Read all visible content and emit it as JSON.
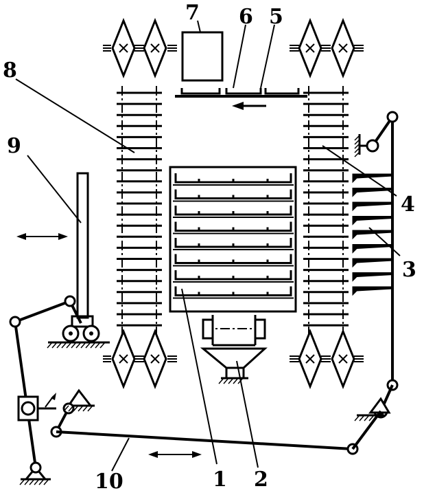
{
  "diagram": {
    "callouts": [
      {
        "id": "1",
        "text": "1"
      },
      {
        "id": "2",
        "text": "2"
      },
      {
        "id": "3",
        "text": "3"
      },
      {
        "id": "4",
        "text": "4"
      },
      {
        "id": "5",
        "text": "5"
      },
      {
        "id": "6",
        "text": "6"
      },
      {
        "id": "7",
        "text": "7"
      },
      {
        "id": "8",
        "text": "8"
      },
      {
        "id": "9",
        "text": "9"
      },
      {
        "id": "10",
        "text": "10"
      }
    ],
    "colors": {
      "ink": "#000000",
      "paper": "#ffffff"
    },
    "symbols": [
      "sprocket-icon",
      "pivot-support-icon",
      "double-arrow-icon",
      "roller-icon"
    ]
  }
}
